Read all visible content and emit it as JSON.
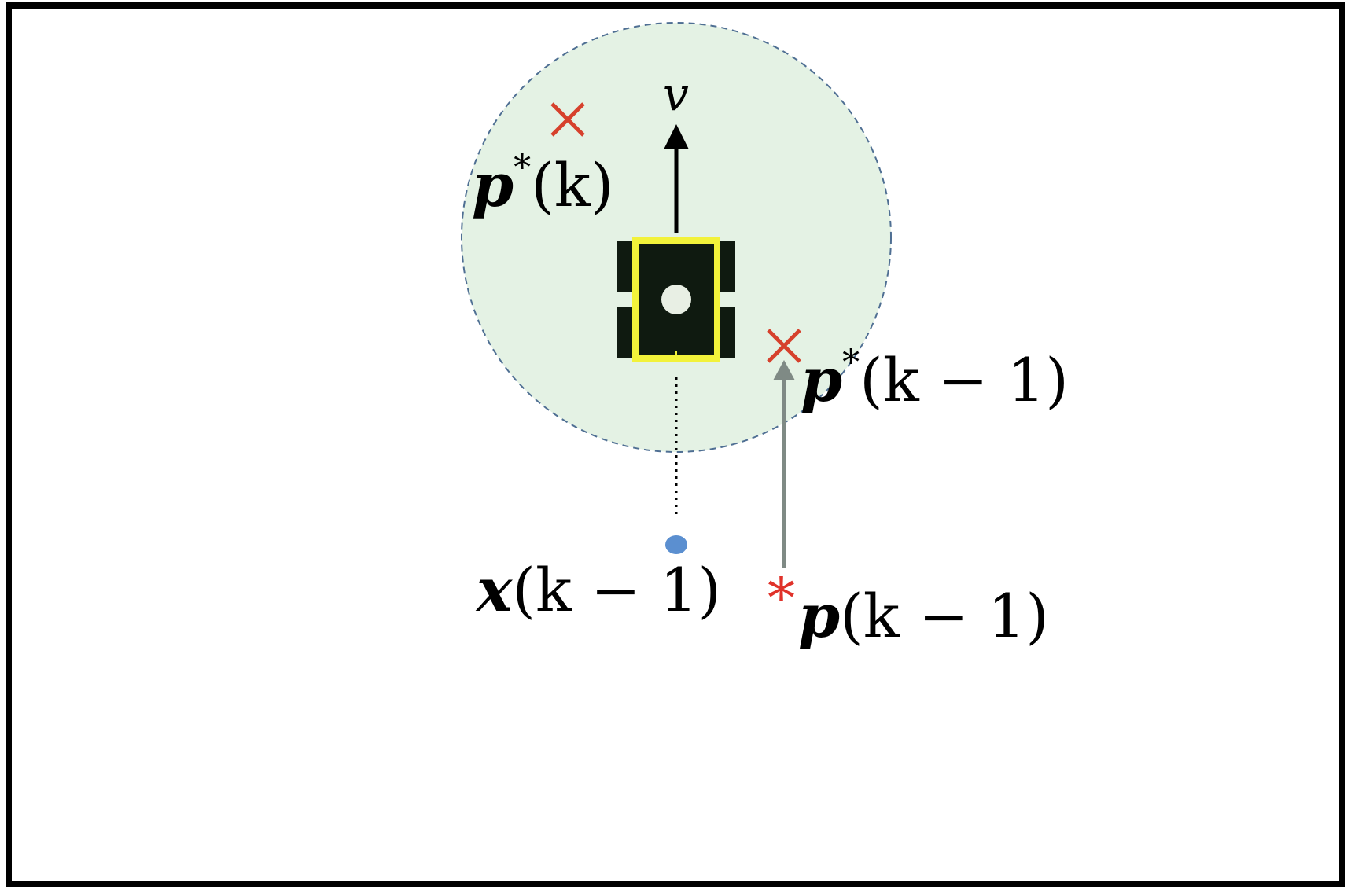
{
  "colors": {
    "frame": "#000000",
    "circle_fill": "#e4f2e4",
    "circle_stroke": "#4f6f93",
    "robot_body": "#0f1a10",
    "robot_outline": "#f2f23a",
    "marker_x": "#d6412c",
    "star": "#e0322a",
    "dot": "#5b8fd0",
    "arrow_dark": "#000000",
    "arrow_gray": "#7f8a85"
  },
  "labels": {
    "v": {
      "symbol": "v"
    },
    "p_star_k": {
      "symbol": "p",
      "sup": "*",
      "arg": "(k)"
    },
    "p_star_km1": {
      "symbol": "p",
      "sup": "*",
      "arg": "(k − 1)"
    },
    "x_km1": {
      "symbol": "x",
      "arg": "(k − 1)"
    },
    "p_km1": {
      "symbol": "p",
      "arg": "(k − 1)",
      "marker": "*"
    }
  },
  "icons": {
    "target_marker": "x-mark-icon",
    "robot": "robot-icon",
    "position_dot": "dot-icon",
    "measured_marker": "asterisk-icon"
  }
}
